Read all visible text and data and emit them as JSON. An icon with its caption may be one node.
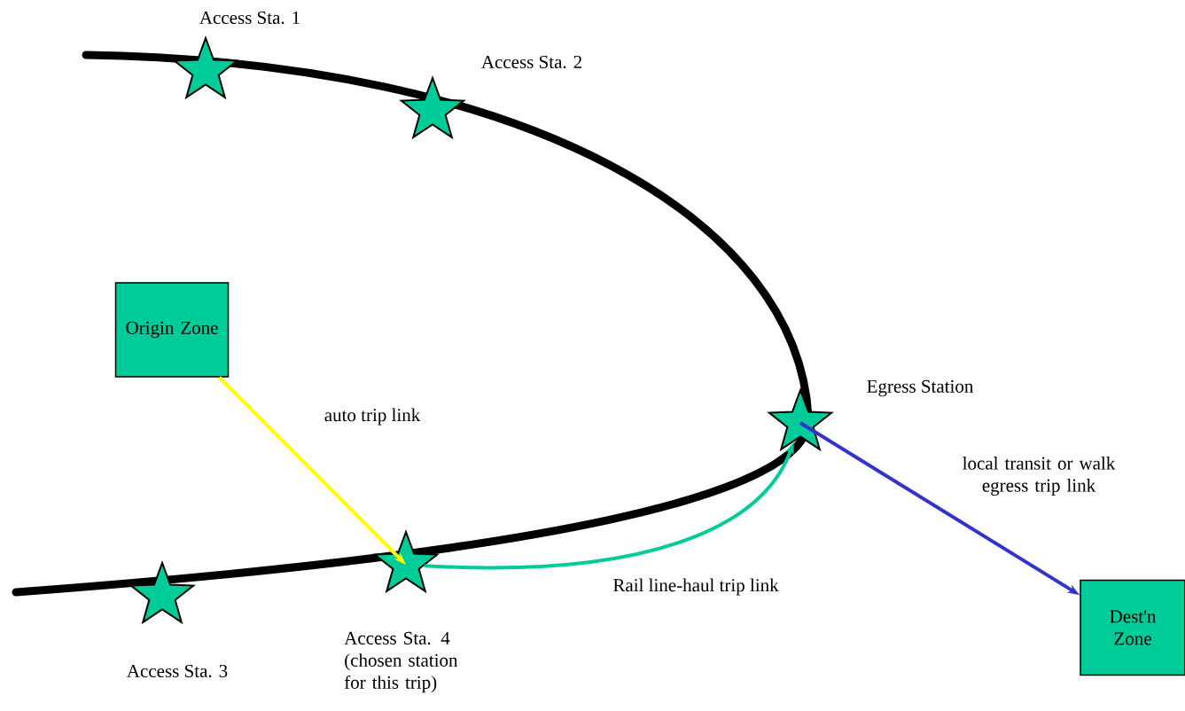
{
  "diagram": {
    "nodes": [
      {
        "text": [
          "Origin Zone"
        ]
      },
      {
        "text": [
          "Dest'n Zone"
        ]
      },
      {
        "text": [],
        "shape": "star",
        "beside": [
          "Access Sta. 1"
        ]
      },
      {
        "text": [],
        "shape": "star",
        "beside": [
          "Access Sta. 2"
        ]
      },
      {
        "text": [],
        "shape": "star",
        "beside": [
          "Access Sta. 3"
        ]
      },
      {
        "text": [],
        "shape": "star",
        "beside": [
          "Access Sta. 4 (chosen station for this trip)"
        ]
      },
      {
        "text": [],
        "shape": "star",
        "beside": [
          "Egress Station"
        ]
      }
    ],
    "edges": [
      {
        "from": 0,
        "to": 5,
        "arrow": "to",
        "label": "auto trip link",
        "color": "#ffff00"
      },
      {
        "from": 5,
        "to": 6,
        "arrow": "to",
        "label": "Rail line-haul trip link",
        "color": "#00cc99"
      },
      {
        "from": 6,
        "to": 1,
        "arrow": "to",
        "label": "local transit or walk egress trip link",
        "color": "#3333cc"
      }
    ]
  }
}
